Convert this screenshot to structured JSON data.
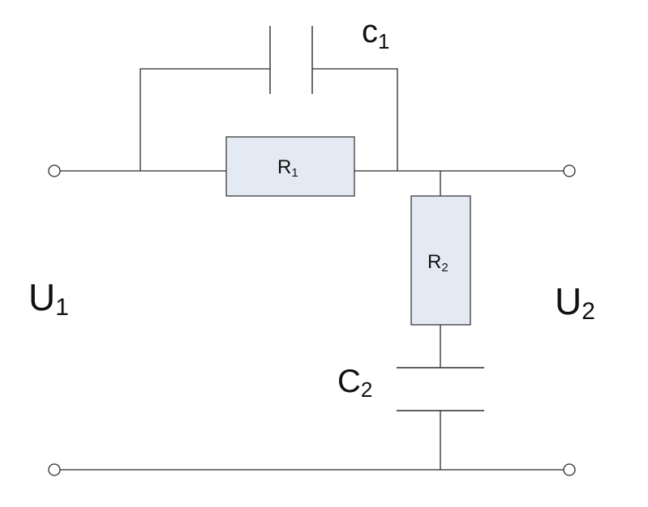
{
  "components": {
    "r1": {
      "symbol": "R",
      "index": "1"
    },
    "r2": {
      "symbol": "R",
      "index": "2"
    },
    "c1": {
      "symbol": "c",
      "index": "1"
    },
    "c2": {
      "symbol": "C",
      "index": "2"
    }
  },
  "ports": {
    "input": {
      "symbol": "U",
      "index": "1"
    },
    "output": {
      "symbol": "U",
      "index": "2"
    }
  },
  "colors": {
    "wire": "#2b2b2b",
    "resistor_fill": "#e4eaf4",
    "background": "#ffffff"
  }
}
